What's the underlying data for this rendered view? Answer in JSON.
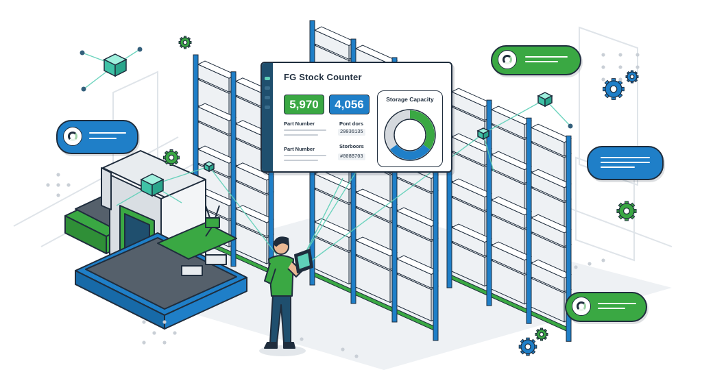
{
  "dashboard": {
    "title": "FG Stock Counter",
    "kpis": [
      {
        "value": "5,970",
        "color": "#3aa843"
      },
      {
        "value": "4,056",
        "color": "#1f7fc8"
      }
    ],
    "fields": [
      {
        "label": "Part Number"
      },
      {
        "label": "Pont dors",
        "value": "20036135"
      },
      {
        "label": "Part Number"
      },
      {
        "label": "Storboors",
        "value": "#008B703"
      }
    ],
    "storage": {
      "title": "Storage Capacity",
      "segments": [
        {
          "share": 0.35,
          "color": "#3aa843"
        },
        {
          "share": 0.3,
          "color": "#1f7fc8"
        },
        {
          "share": 0.35,
          "color": "#d5d9de"
        }
      ]
    }
  },
  "colors": {
    "accent_green": "#3aa843",
    "accent_blue": "#1f7fc8",
    "outline": "#1f2d3d",
    "teal_glow": "#5fd0b8"
  },
  "icons": [
    "cube-node-icon",
    "gear-icon",
    "donut-chart-icon",
    "tablet-icon"
  ]
}
